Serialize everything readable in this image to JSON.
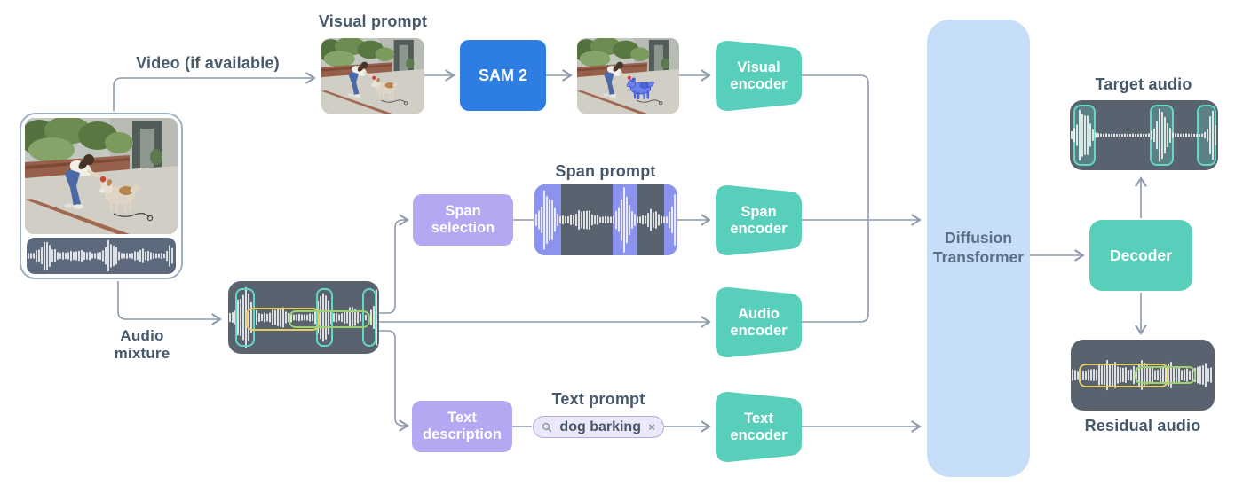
{
  "diagram": {
    "labels": {
      "video_branch": "Video (if available)",
      "visual_prompt": "Visual prompt",
      "span_prompt": "Span prompt",
      "text_prompt": "Text prompt",
      "audio_mixture": "Audio mixture",
      "target_audio": "Target audio",
      "residual_audio": "Residual audio"
    },
    "nodes": {
      "sam2": "SAM 2",
      "span_selection": "Span selection",
      "text_description": "Text description",
      "visual_encoder": "Visual encoder",
      "span_encoder": "Span encoder",
      "audio_encoder": "Audio encoder",
      "text_encoder": "Text encoder",
      "diffusion_transformer": "Diffusion Transformer",
      "decoder": "Decoder"
    },
    "text_query": "dog barking",
    "icons": {
      "search_icon": "magnifier",
      "close_icon": "×"
    },
    "colors": {
      "node_blue": "#2e7de3",
      "node_teal": "#58cfba",
      "node_purple": "#b3a8f2",
      "dit_fill": "#c6def9",
      "card_slate": "#59636f",
      "span_highlight": "#8b93ee",
      "teal_outline": "#63d8c4",
      "yellow_outline": "#e4cd63",
      "green_outline": "#9bd173",
      "arrow_gray": "#8c9aab",
      "label_text": "#46586c"
    }
  }
}
